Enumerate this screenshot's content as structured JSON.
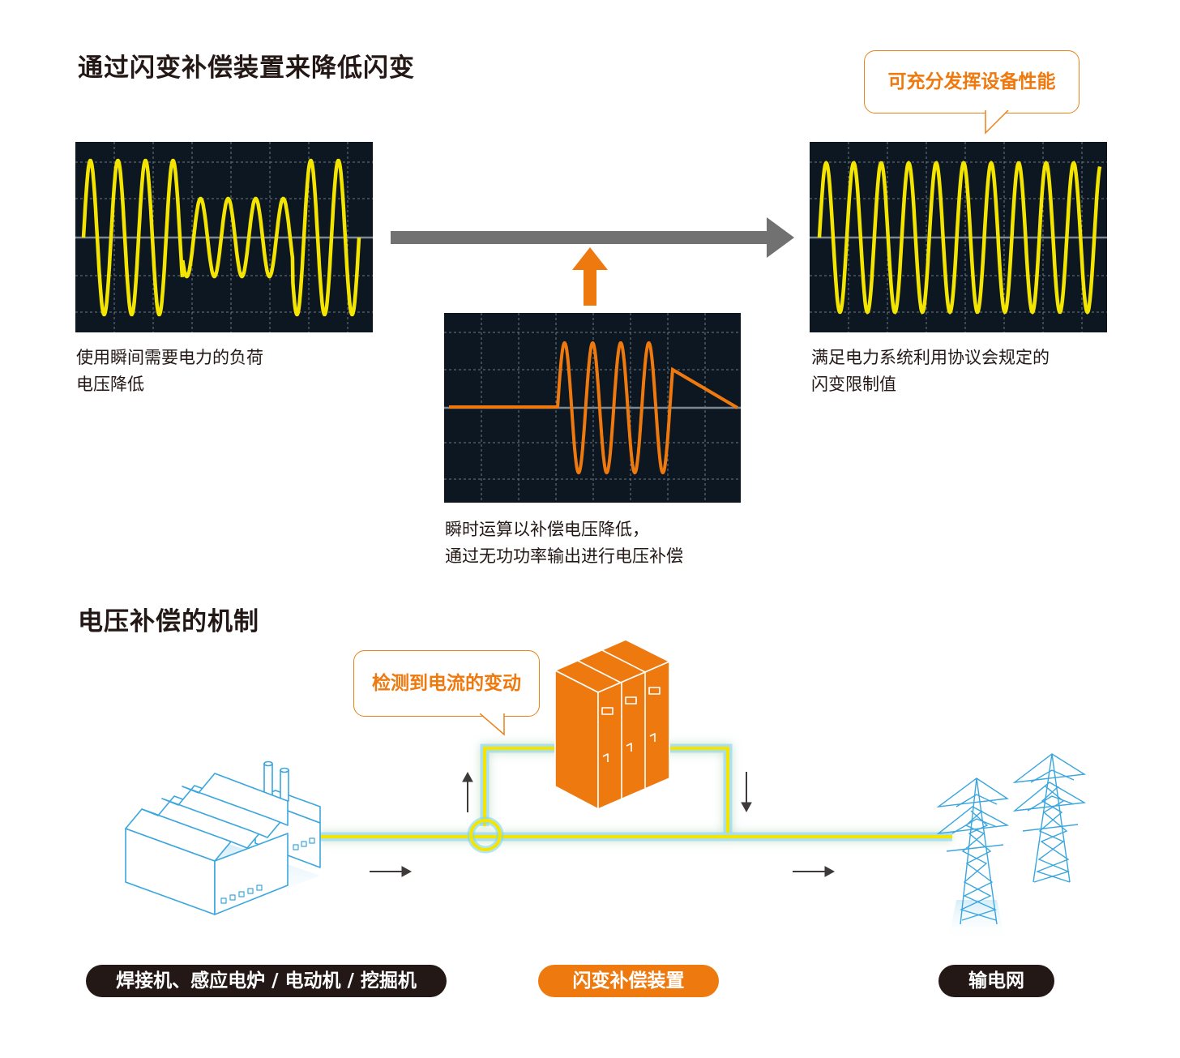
{
  "section1": {
    "heading": "通过闪变补偿装置来降低闪变",
    "callout": "可充分发挥设备性能",
    "caption_left": [
      "使用瞬间需要电力的负荷",
      "电压降低"
    ],
    "caption_middle": [
      "瞬时运算以补偿电压降低，",
      "通过无功功率输出进行电压补偿"
    ],
    "caption_right": [
      "满足电力系统利用协议会规定的",
      "闪变限制值"
    ]
  },
  "section2": {
    "heading": "电压补偿的机制",
    "callout": "检测到电流的变动",
    "labels": {
      "factory": "焊接机、感应电炉 / 电动机 / 挖掘机",
      "device": "闪变补偿装置",
      "grid": "输电网"
    }
  },
  "colors": {
    "wave_yellow": "#f3e500",
    "wave_orange": "#ee7a0f",
    "scope_bg": "#0d1722",
    "accent_orange": "#ee7a0f",
    "arrow_gray": "#717171",
    "line_blue": "#3aa6dd"
  },
  "icons": [
    "right-arrow-icon",
    "up-arrow-icon",
    "down-arrow-icon",
    "factory-icon",
    "cabinet-icon",
    "transmission-tower-icon",
    "current-sensor-icon"
  ]
}
